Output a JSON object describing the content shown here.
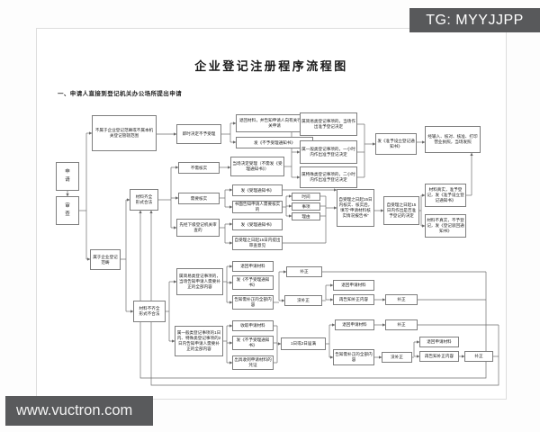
{
  "badge": {
    "text": "TG: MYYJJPP"
  },
  "watermark": {
    "text": "www.vuctron.com"
  },
  "page": {
    "title": "企业登记注册程序流程图",
    "section_label": "一、申请人直接到登记机关办公场所提出申请"
  },
  "colors": {
    "badge_bg": "#58595b",
    "line": "#666666",
    "box_border": "#7e7e7e"
  },
  "flowchart": {
    "nodes": [
      {
        "id": "apply",
        "text": "申\n请"
      },
      {
        "id": "review",
        "text": "审\n查"
      },
      {
        "id": "not-in-scope",
        "text": "不属于企业登记范畴或不属本机关登记管辖范围"
      },
      {
        "id": "immediate-no-accept",
        "text": "即时决定不予受理"
      },
      {
        "id": "return-materials-inform",
        "text": "退回材料，并告知申请人向有关行政机关申请"
      },
      {
        "id": "no-accept-notice",
        "text": "发《不予受理通知书》"
      },
      {
        "id": "in-scope",
        "text": "属于企业登记范畴"
      },
      {
        "id": "materials-complete",
        "text": "材料齐全\n形式合法"
      },
      {
        "id": "materials-incomplete",
        "text": "材料不齐全\n形式不合法"
      },
      {
        "id": "no-verification",
        "text": "不需核实"
      },
      {
        "id": "need-verification",
        "text": "需要核实"
      },
      {
        "id": "lower-organ-review",
        "text": "先经下级登记机关审查的"
      },
      {
        "id": "accept-on-spot",
        "text": "当场决定受理（不需发《受理通知书》）"
      },
      {
        "id": "acceptance-notice-1",
        "text": "发《受理通知书》"
      },
      {
        "id": "inform-verification",
        "text": "书面告知申请人需要核实的"
      },
      {
        "id": "verify-time",
        "text": "时间"
      },
      {
        "id": "verify-matter",
        "text": "事项"
      },
      {
        "id": "verify-reason",
        "text": "理由"
      },
      {
        "id": "acceptance-notice-2",
        "text": "发《受理通知书》"
      },
      {
        "id": "review-opinion-15d",
        "text": "自受理之日起15日内提出审查意见"
      },
      {
        "id": "verify-report",
        "text": "自受理之日起15日内核实、核实后，填写“申请材料核实情况报告书”"
      },
      {
        "id": "decision-15d",
        "text": "自受理之日起15日内作出是否准予登记的决定"
      },
      {
        "id": "approve-registration",
        "text": "材料真实，准予登记，发《准予设立登记通知书》"
      },
      {
        "id": "reject-registration",
        "text": "材料不真实，不予登记，发《登记驳回通知书》"
      },
      {
        "id": "simple-class-decision",
        "text": "属简易类登记事项的，当场作出准予登记决定"
      },
      {
        "id": "general-class-decision",
        "text": "属一般类登记事项的，一小时内作出准予登记决定"
      },
      {
        "id": "special-class-decision",
        "text": "属特殊类登记事项的，二小时内作出准予登记决定"
      },
      {
        "id": "approval-notice",
        "text": "发《准予设立登记通知书》"
      },
      {
        "id": "issue-license",
        "text": "经输入、核对、核准、打印营业执照，当场发照"
      },
      {
        "id": "simple-correction",
        "text": "属简易类登记事项的，当场告知申请人需要补正的全部内容"
      },
      {
        "id": "return-materials-a",
        "text": "退回申请材料"
      },
      {
        "id": "no-accept-notice-a",
        "text": "发《不予受理通知书》"
      },
      {
        "id": "inform-correction-a",
        "text": "告知需补正的全部内容"
      },
      {
        "id": "corrected-a",
        "text": "补正"
      },
      {
        "id": "not-corrected-a",
        "text": "没补正"
      },
      {
        "id": "return-materials-b",
        "text": "退回申请材料"
      },
      {
        "id": "reinform-correction-a",
        "text": "再告知补正内容"
      },
      {
        "id": "corrected-b",
        "text": "补正"
      },
      {
        "id": "general-special-correction",
        "text": "属一般类登记事项的1日内、特殊类登记事项的2日内告知申请人需要补正的全部内容"
      },
      {
        "id": "collect-materials",
        "text": "收取申请材料"
      },
      {
        "id": "no-accept-notice-b",
        "text": "发《不予受理通知书》"
      },
      {
        "id": "materials-receipt",
        "text": "出具收到申请材料的凭证"
      },
      {
        "id": "period-expire",
        "text": "1日或2日届满"
      },
      {
        "id": "return-materials-c",
        "text": "退回申请材料"
      },
      {
        "id": "corrected-c",
        "text": "补正"
      },
      {
        "id": "inform-correction-b",
        "text": "告知需补正的全部内容"
      },
      {
        "id": "not-corrected-b",
        "text": "没补正"
      },
      {
        "id": "return-materials-d",
        "text": "退回申请材料"
      },
      {
        "id": "reinform-correction-b",
        "text": "再告知补正内容"
      },
      {
        "id": "corrected-d",
        "text": "补正"
      }
    ]
  }
}
